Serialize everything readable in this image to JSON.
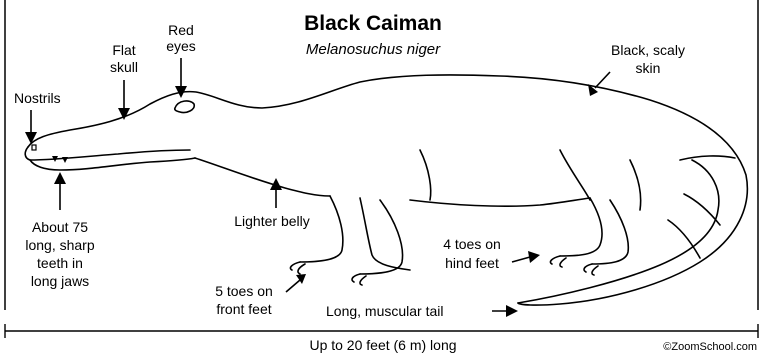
{
  "title": "Black Caiman",
  "subtitle": "Melanosuchus niger",
  "labels": {
    "red_eyes": [
      "Red",
      "eyes"
    ],
    "flat_skull": [
      "Flat",
      "skull"
    ],
    "nostrils": "Nostrils",
    "skin": [
      "Black, scaly",
      "skin"
    ],
    "teeth": [
      "About 75",
      "long, sharp",
      "teeth in",
      "long jaws"
    ],
    "belly": "Lighter belly",
    "hind_feet": [
      "4 toes on",
      "hind feet"
    ],
    "front_feet": [
      "5 toes on",
      "front feet"
    ],
    "tail": "Long, muscular tail"
  },
  "length_caption": "Up to 20 feet (6 m) long",
  "credit": "©ZoomSchool.com"
}
